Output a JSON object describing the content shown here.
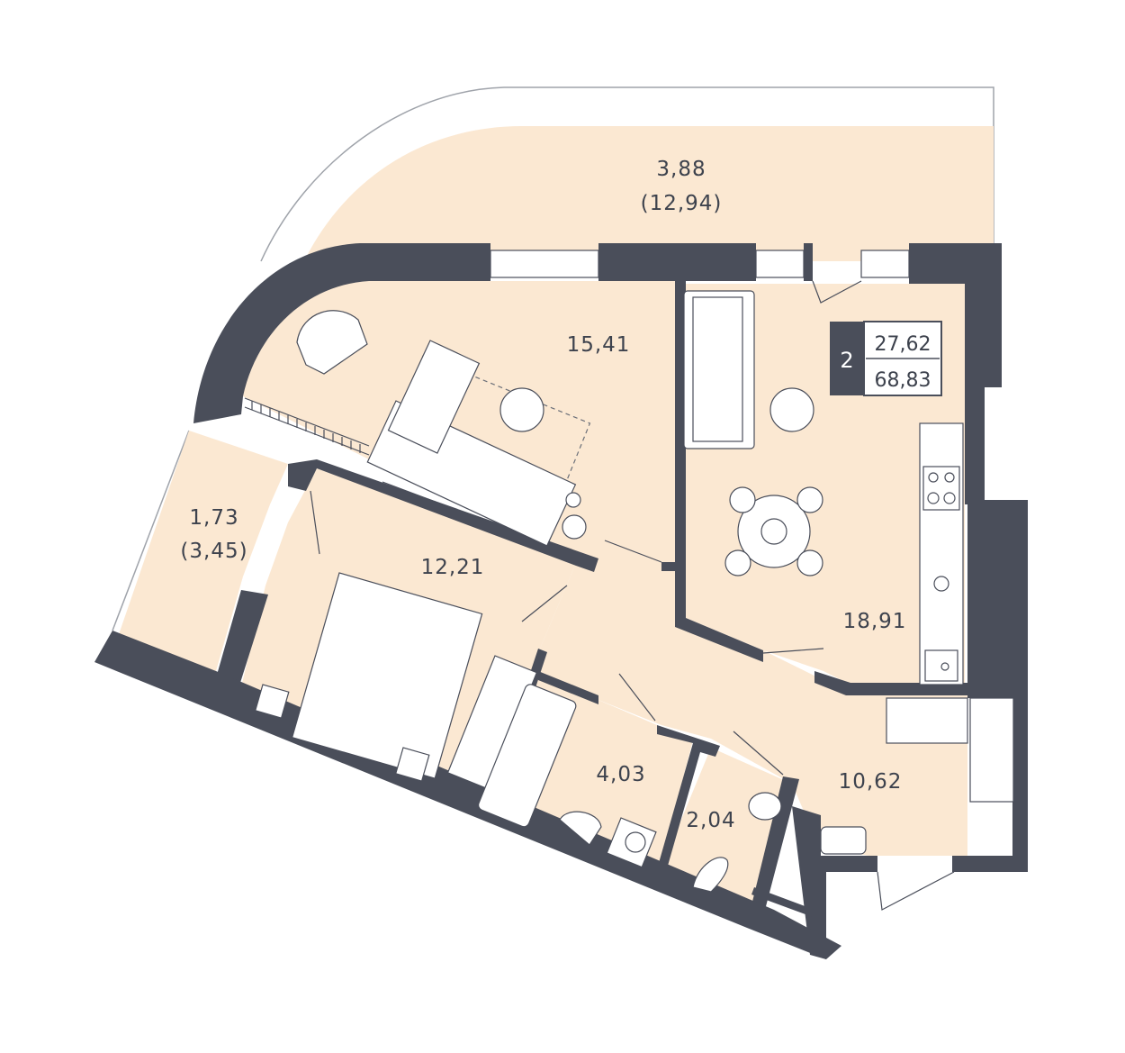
{
  "apartment": {
    "rooms_count": "2",
    "living_area": "27,62",
    "total_area": "68,83"
  },
  "rooms": [
    {
      "id": "balcony-large",
      "area": "3,88",
      "area_full": "(12,94)"
    },
    {
      "id": "living-room",
      "area": "15,41"
    },
    {
      "id": "kitchen",
      "area": "18,91"
    },
    {
      "id": "balcony-small",
      "area": "1,73",
      "area_full": "(3,45)"
    },
    {
      "id": "bedroom",
      "area": "12,21"
    },
    {
      "id": "bathroom",
      "area": "4,03"
    },
    {
      "id": "toilet",
      "area": "2,04"
    },
    {
      "id": "hallway",
      "area": "10,62"
    }
  ],
  "colors": {
    "floor": "#fbe8d2",
    "wall": "#4a4e5a",
    "badge_dark": "#4a4e5a",
    "badge_light": "#ffffff"
  }
}
